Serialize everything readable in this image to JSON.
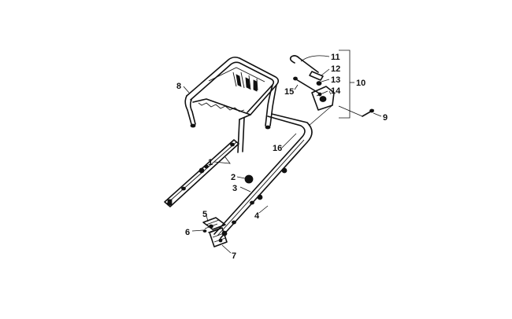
{
  "callouts": [
    {
      "id": "c1",
      "text": "1"
    },
    {
      "id": "c2",
      "text": "2"
    },
    {
      "id": "c3",
      "text": "3"
    },
    {
      "id": "c4",
      "text": "4"
    },
    {
      "id": "c5",
      "text": "5"
    },
    {
      "id": "c6",
      "text": "6"
    },
    {
      "id": "c7",
      "text": "7"
    },
    {
      "id": "c8",
      "text": "8"
    },
    {
      "id": "c9",
      "text": "9"
    },
    {
      "id": "c10",
      "text": "10"
    },
    {
      "id": "c11",
      "text": "11"
    },
    {
      "id": "c12",
      "text": "12"
    },
    {
      "id": "c13",
      "text": "13"
    },
    {
      "id": "c14",
      "text": "14"
    },
    {
      "id": "c15",
      "text": "15"
    },
    {
      "id": "c16",
      "text": "16"
    }
  ]
}
